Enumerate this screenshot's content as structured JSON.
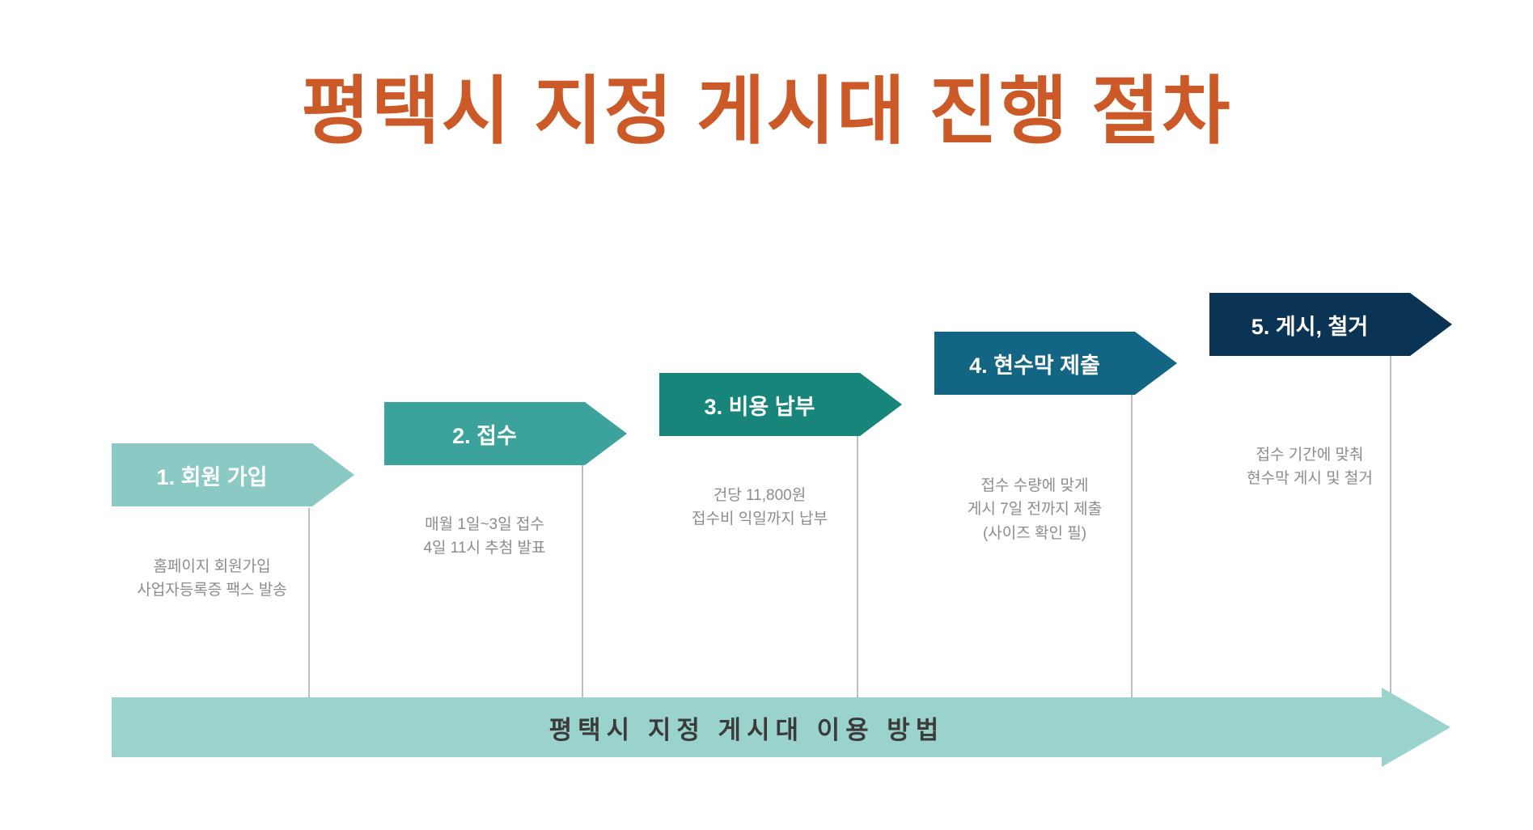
{
  "slide": {
    "title": "평택시 지정 게시대 진행 절차",
    "title_color": "#CC5A28",
    "background_color": "#FFFFFF"
  },
  "steps": [
    {
      "label": "1. 회원 가입",
      "color": "#8BC9C4",
      "desc_line1": "홈페이지 회원가입",
      "desc_line2": "사업자등록증 팩스 발송",
      "desc_line3": ""
    },
    {
      "label": "2. 접수",
      "color": "#3BA39B",
      "desc_line1": "매월 1일~3일 접수",
      "desc_line2": "4일 11시 추첨 발표",
      "desc_line3": ""
    },
    {
      "label": "3. 비용 납부",
      "color": "#17857A",
      "desc_line1": "건당 11,800원",
      "desc_line2": "접수비 익일까지 납부",
      "desc_line3": ""
    },
    {
      "label": "4. 현수막 제출",
      "color": "#126684",
      "desc_line1": "접수 수량에 맞게",
      "desc_line2": "게시 7일 전까지 제출",
      "desc_line3": "(사이즈 확인 필)"
    },
    {
      "label": "5. 게시, 철거",
      "color": "#0B3354",
      "desc_line1": "접수 기간에 맞춰",
      "desc_line2": "현수막 게시 및 철거",
      "desc_line3": ""
    }
  ],
  "banner": {
    "text": "평택시 지정 게시대 이용 방법",
    "color": "#9AD2CC",
    "text_color": "#3B3B3B"
  }
}
